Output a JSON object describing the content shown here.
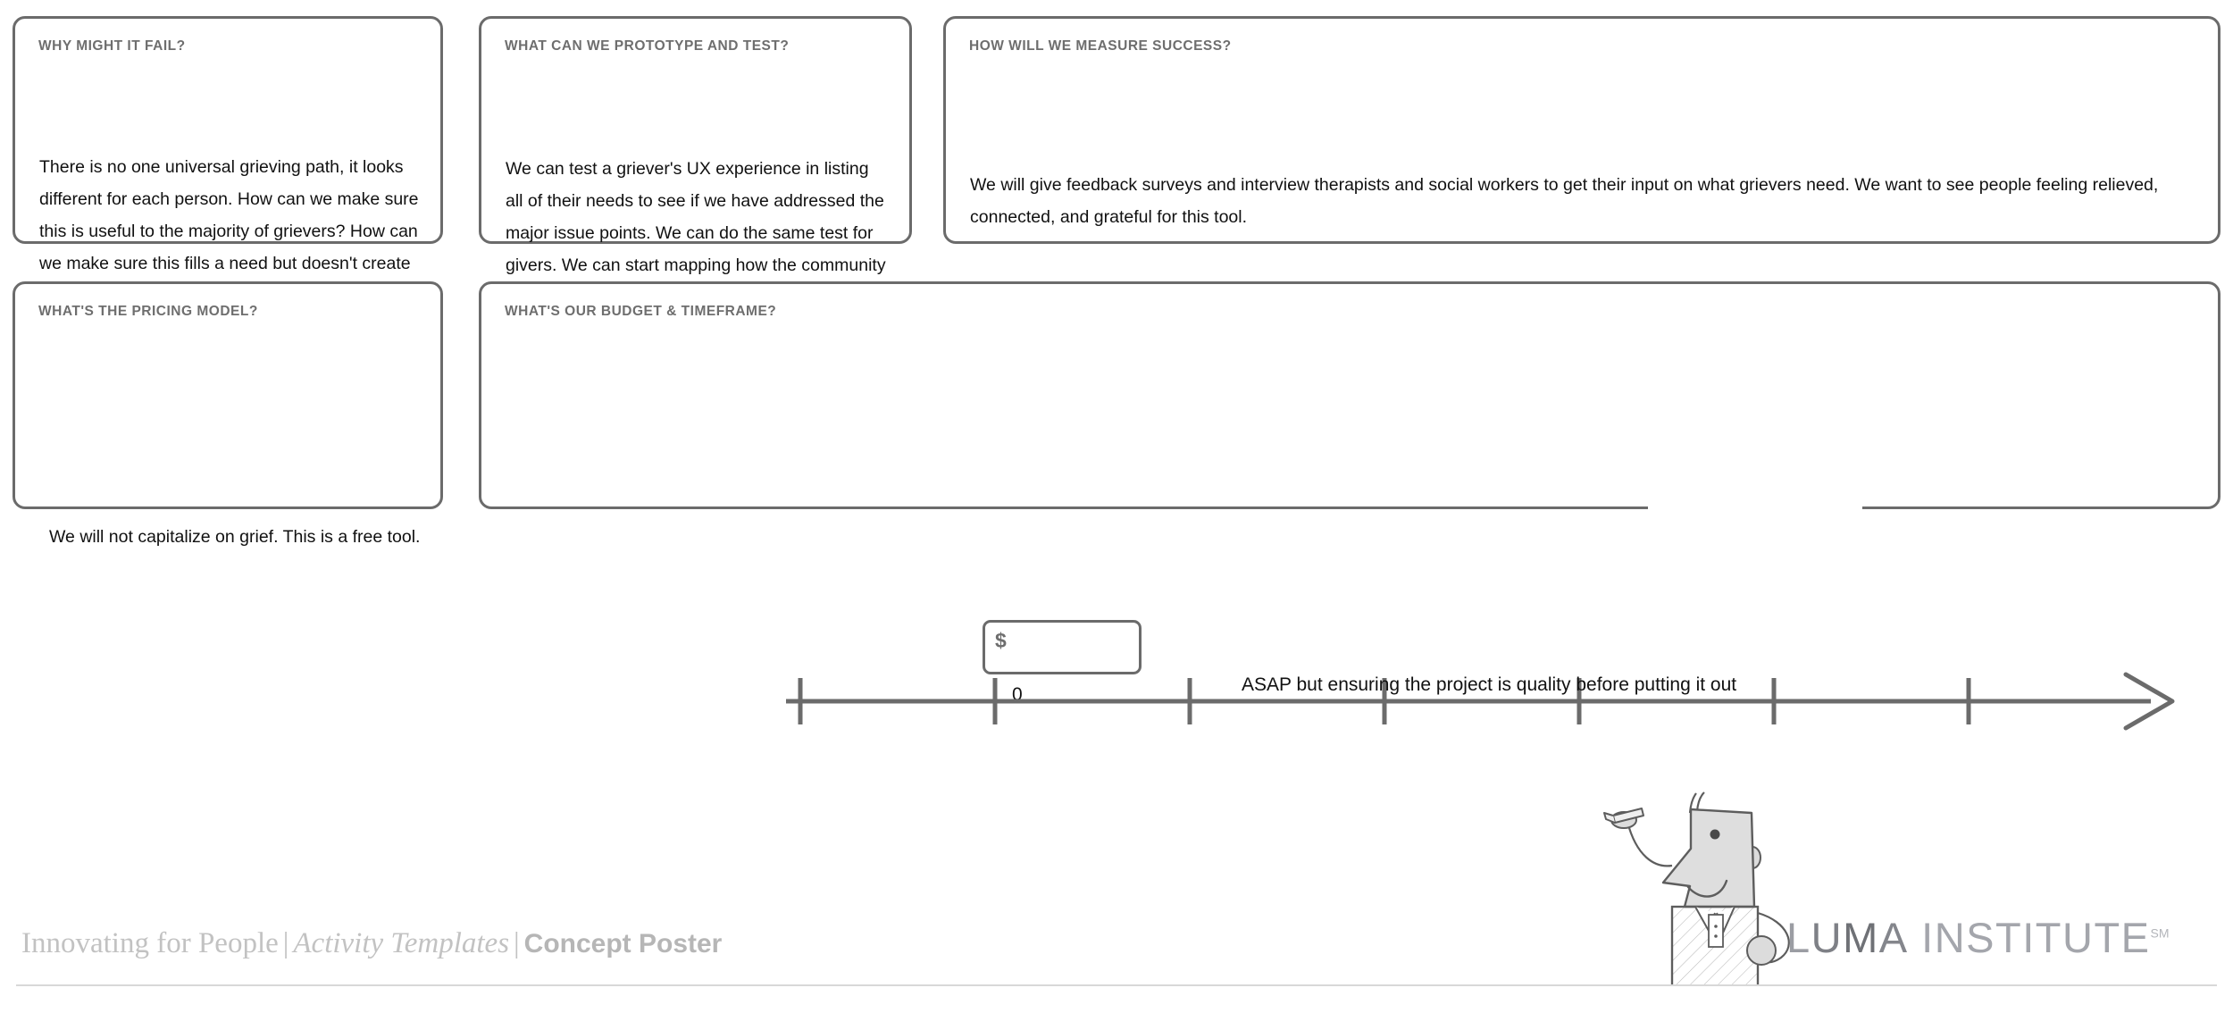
{
  "panels": [
    {
      "id": "fail",
      "heading": "WHY MIGHT IT FAIL?",
      "body": "There is no one universal grieving path, it looks different for each person. How can we make sure this is useful to the majority of grievers? How can we make sure this fills a need but doesn't create a problem such as not being a replacement for going to therapy. What if this tool makes people feel further apart without direct communication?"
    },
    {
      "id": "prototype",
      "heading": "WHAT CAN WE PROTOTYPE AND TEST?",
      "body": "We can test a griever's UX experience in listing all of their needs to see if we have addressed the major issue points. We can do the same test for givers. We can start mapping how the community support results page looks and infer what features would be most useful. We can explore site accessibility."
    },
    {
      "id": "measure",
      "heading": "HOW WILL WE MEASURE SUCCESS?",
      "body": "We will give feedback surveys and interview therapists and social workers to get their input on what grievers need. We want to see people feeling relieved, connected, and grateful for this tool."
    },
    {
      "id": "pricing",
      "heading": "WHAT'S THE PRICING MODEL?",
      "body": "We will not capitalize on grief. This is a free tool."
    },
    {
      "id": "budget",
      "heading": "WHAT'S OUR BUDGET & TIMEFRAME?",
      "body": ""
    }
  ],
  "budget": {
    "currency_symbol": "$",
    "amount_value": "",
    "amount_label": "0"
  },
  "timeline": {
    "note": "ASAP but ensuring the project is quality before putting it out",
    "tick_count": 7,
    "arrow": "right-arrow"
  },
  "footer": {
    "series": "Innovating for People",
    "separator": "|",
    "category": "Activity Templates",
    "activity": "Concept Poster"
  },
  "logo": {
    "word_l": "L",
    "word_u": "U",
    "word_m": "M",
    "word_a": "A",
    "word_institute": "INSTITUTE",
    "service_mark": "SM"
  },
  "colors": {
    "border": "#6b6b6b",
    "heading": "#6e6e6e",
    "body": "#111111",
    "footer_text": "#c2c2c2",
    "logo_dark": "#6f7176",
    "logo_light": "#a4a6ac"
  }
}
